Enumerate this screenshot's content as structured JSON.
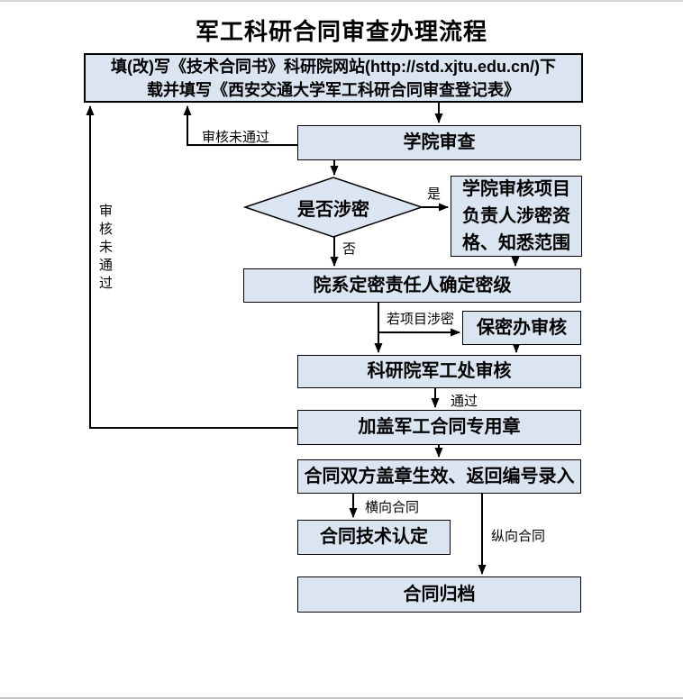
{
  "page": {
    "title": "军工科研合同审查办理流程"
  },
  "nodes": {
    "start": {
      "line1": "填(改)写《技术合同书》科研院网站(http://std.xjtu.edu.cn/)下",
      "line2": "载并填写《西安交通大学军工科研合同审查登记表》"
    },
    "college_review": {
      "label": "学院审查"
    },
    "decision": {
      "label": "是否涉密"
    },
    "college_check": {
      "label": "学院审核项目负责人涉密资格、知悉范围"
    },
    "dept_confirm": {
      "label": "院系定密责任人确定密级"
    },
    "secrecy_office": {
      "label": "保密办审核"
    },
    "military_office": {
      "label": "科研院军工处审核"
    },
    "seal": {
      "label": "加盖军工合同专用章"
    },
    "effective": {
      "label": "合同双方盖章生效、返回编号录入"
    },
    "tech_confirm": {
      "label": "合同技术认定"
    },
    "archive": {
      "label": "合同归档"
    }
  },
  "edge_labels": {
    "review_failed_horizontal": "审核未通过",
    "review_failed_vertical": "审核未通过",
    "yes": "是",
    "no": "否",
    "if_classified": "若项目涉密",
    "pass": "通过",
    "horizontal_contract": "横向合同",
    "vertical_contract": "纵向合同"
  },
  "colors": {
    "node_fill": "#dbe5f1",
    "node_border": "#000000",
    "connector": "#000000"
  }
}
